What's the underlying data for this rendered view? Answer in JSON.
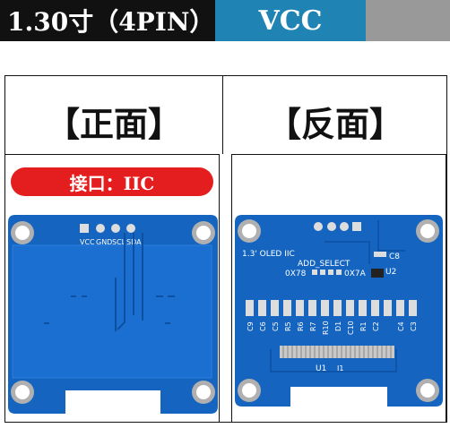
{
  "header": {
    "size_label": "1.30寸（4PIN）",
    "power_label": "VCC"
  },
  "front": {
    "title": "【正面】",
    "interface_badge": "接口：IIC",
    "pins": [
      "VCC",
      "GND",
      "SCL",
      "SDA"
    ]
  },
  "back": {
    "title": "【反面】",
    "model_text": "1.3' OLED IIC",
    "add_select": "ADD_SELECT",
    "addr_left": "0X78",
    "addr_right": "0X7A",
    "u2": "U2",
    "c8": "C8",
    "u1": "U1",
    "u1_pin": "I1",
    "components": [
      "C9",
      "C6",
      "C5",
      "R5",
      "R6",
      "R7",
      "R10",
      "D1",
      "C10",
      "R1",
      "C2",
      "C4",
      "C3"
    ]
  },
  "colors": {
    "header_dark": "#111111",
    "header_blue": "#1f84b4",
    "header_gray": "#999999",
    "pcb_blue": "#1565c0",
    "badge_red": "#e41e1e"
  }
}
